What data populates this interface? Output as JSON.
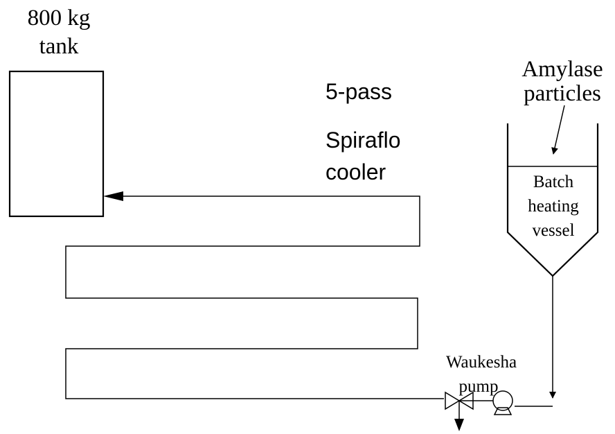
{
  "tank": {
    "label_line1": "800 kg",
    "label_line2": "tank"
  },
  "cooler": {
    "label_line1": "5-pass",
    "label_line2": "Spiraflo",
    "label_line3": "cooler"
  },
  "additive": {
    "label_line1": "Amylase",
    "label_line2": "particles"
  },
  "vessel": {
    "label_line1": "Batch",
    "label_line2": "heating",
    "label_line3": "vessel"
  },
  "pump": {
    "label_line1": "Waukesha",
    "label_line2": "pump"
  }
}
